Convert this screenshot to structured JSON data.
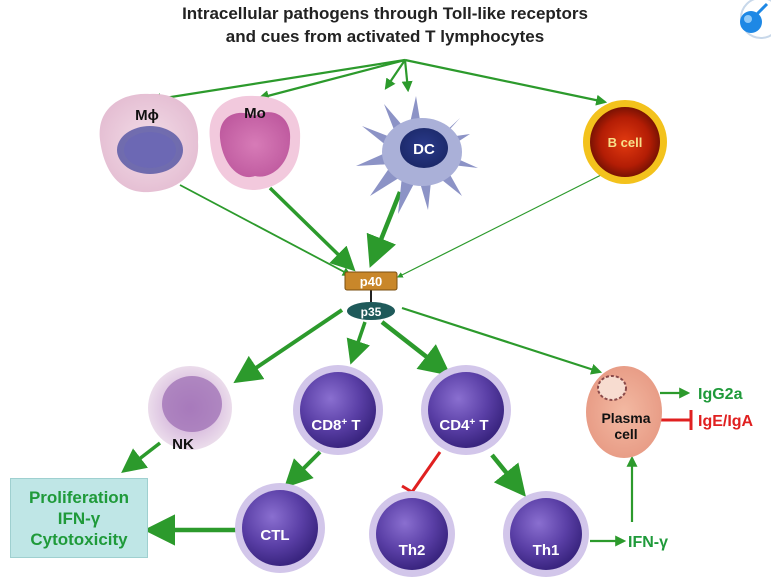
{
  "title": {
    "line1": "Intracellular pathogens through Toll-like receptors",
    "line2": "and cues from activated T lymphocytes"
  },
  "cells": {
    "macrophage": "Mϕ",
    "monocyte": "Mo",
    "dendritic": "DC",
    "bcell": "B cell",
    "nk": "NK",
    "cd8_main": "CD8",
    "cd8_sup": "+",
    "cd8_tail": " T",
    "cd4_main": "CD4",
    "cd4_sup": "+",
    "cd4_tail": " T",
    "ctl": "CTL",
    "th2": "Th2",
    "th1": "Th1",
    "plasma_line1": "Plasma",
    "plasma_line2": "cell"
  },
  "il12": {
    "p40": "p40",
    "p35": "p35"
  },
  "outputs": {
    "igg2a": "IgG2a",
    "ige_iga": "IgE/IgA",
    "ifng": "IFN-γ",
    "prolif_line1": "Proliferation",
    "prolif_line2": "IFN-γ",
    "prolif_line3": "Cytotoxicity"
  },
  "colors": {
    "activation_arrow": "#2c9a2c",
    "inhibition": "#e02020",
    "output_text": "#1f9a3a",
    "t_cell": "#5a3fa6",
    "p40": "#c9872a",
    "p35": "#1f5a5a"
  }
}
